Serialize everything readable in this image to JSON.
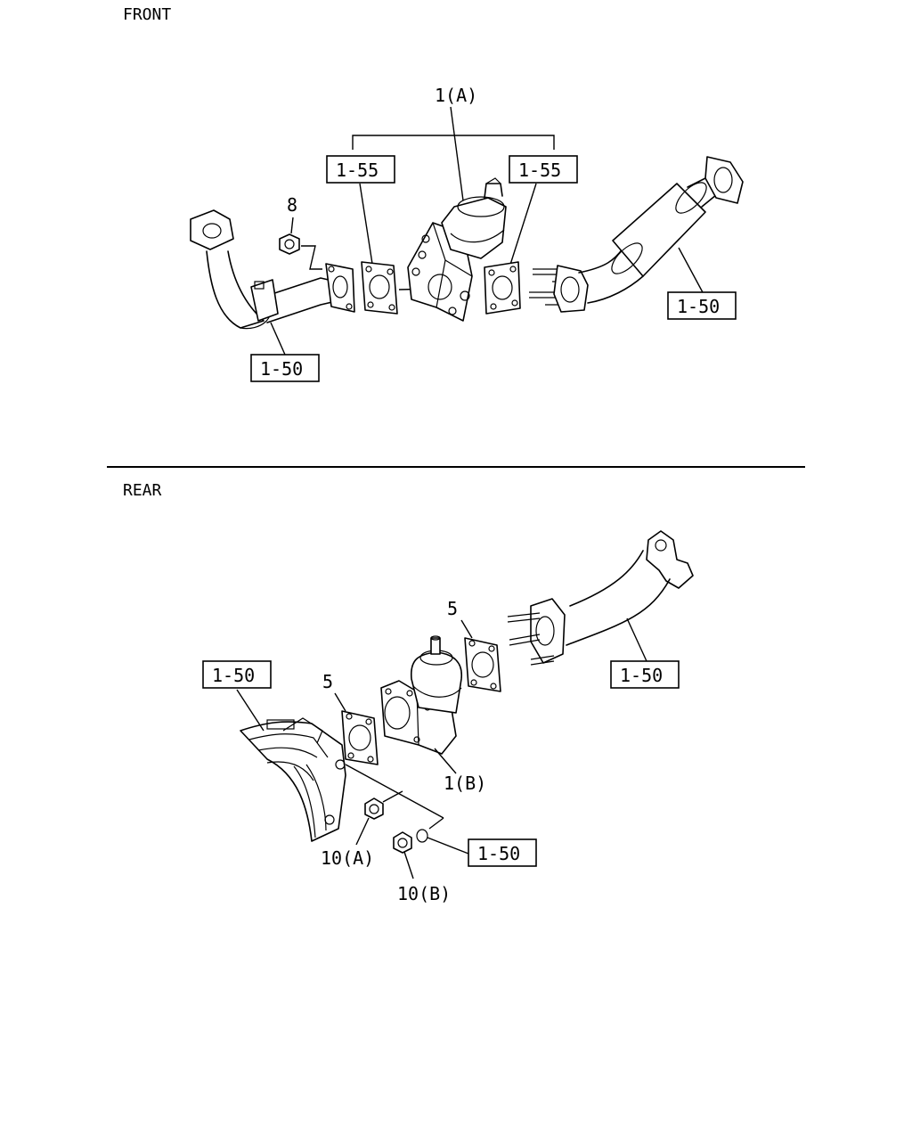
{
  "sections": {
    "front": {
      "title": "FRONT"
    },
    "rear": {
      "title": "REAR"
    }
  },
  "front_callouts": {
    "assembly": "1(A)",
    "nut": "8",
    "gasket_ref_left": "1-55",
    "gasket_ref_right": "1-55",
    "pipe_ref_right": "1-50",
    "pipe_ref_left": "1-50"
  },
  "rear_callouts": {
    "pipe_ref_left": "1-50",
    "gasket_left": "5",
    "gasket_right": "5",
    "pipe_ref_right": "1-50",
    "assembly": "1(B)",
    "nut_a": "10(A)",
    "nut_b": "10(B)",
    "ref_bottom": "1-50"
  }
}
